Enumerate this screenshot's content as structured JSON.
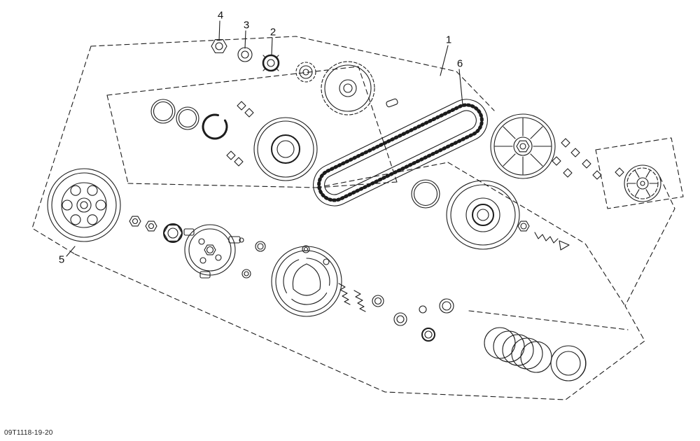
{
  "figure": {
    "code": "09T1118-19-20",
    "callouts": [
      {
        "label": "4",
        "part": "hex-nut"
      },
      {
        "label": "3",
        "part": "washer"
      },
      {
        "label": "2",
        "part": "lock-nut"
      },
      {
        "label": "1",
        "part": "drive-assembly"
      },
      {
        "label": "6",
        "part": "drive-chain"
      },
      {
        "label": "5",
        "part": "clutch-drum"
      }
    ],
    "parts": [
      "hex-nut",
      "washer",
      "lock-nut",
      "small-sprocket",
      "large-sprocket",
      "woodruff-key",
      "drive-chain",
      "retaining-rings",
      "snap-ring",
      "fixed-pulley-face",
      "drive-pulley-fan",
      "roller-weights",
      "secondary-fan-wheel",
      "o-ring",
      "driven-cone-pulley",
      "clutch-drum",
      "hex-nuts-small",
      "castle-nut",
      "clutch-carrier-plate",
      "clutch-shoe-assembly",
      "conical-springs",
      "spacer-rings",
      "compression-spring",
      "end-cap"
    ]
  },
  "colors": {
    "line": "#1c1c1c",
    "background": "#ffffff"
  }
}
